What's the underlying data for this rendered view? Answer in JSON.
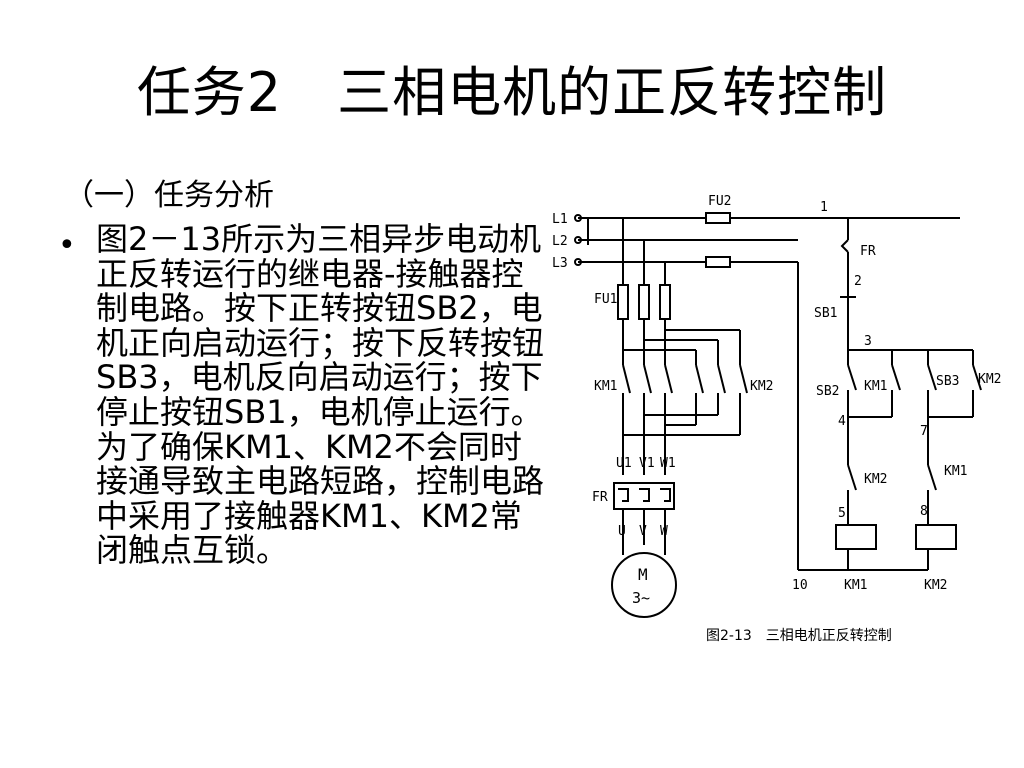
{
  "slide": {
    "title": "任务2　三相电机的正反转控制",
    "subtitle": "（一）任务分析",
    "bullet": "•",
    "body": "图2－13所示为三相异步电动机正反转运行的继电器-接触器控制电路。按下正转按钮SB2，电机正向启动运行；按下反转按钮SB3，电机反向启动运行；按下停止按钮SB1，电机停止运行。为了确保KM1、KM2不会同时接通导致主电路短路，控制电路中采用了接触器KM1、KM2常闭触点互锁。"
  },
  "diagram": {
    "labels": {
      "l1": "L1",
      "l2": "L2",
      "l3": "L3",
      "fu2": "FU2",
      "fu1": "FU1",
      "n1": "1",
      "n2": "2",
      "n3": "3",
      "n4": "4",
      "n5": "5",
      "n7": "7",
      "n8": "8",
      "n10": "10",
      "fr_ctrl": "FR",
      "sb1": "SB1",
      "km1_main": "KM1",
      "km2_main": "KM2",
      "sb2": "SB2",
      "km1_hold": "KM1",
      "sb3": "SB3",
      "km2_hold": "KM2",
      "km2_nc": "KM2",
      "km1_nc": "KM1",
      "u1": "U1",
      "v1": "V1",
      "w1": "W1",
      "fr_main": "FR",
      "u": "U",
      "v": "V",
      "w": "W",
      "motor_m": "M",
      "motor_3": "3~",
      "coil_km1": "KM1",
      "coil_km2": "KM2"
    },
    "caption": "图2-13　三相电机正反转控制"
  }
}
